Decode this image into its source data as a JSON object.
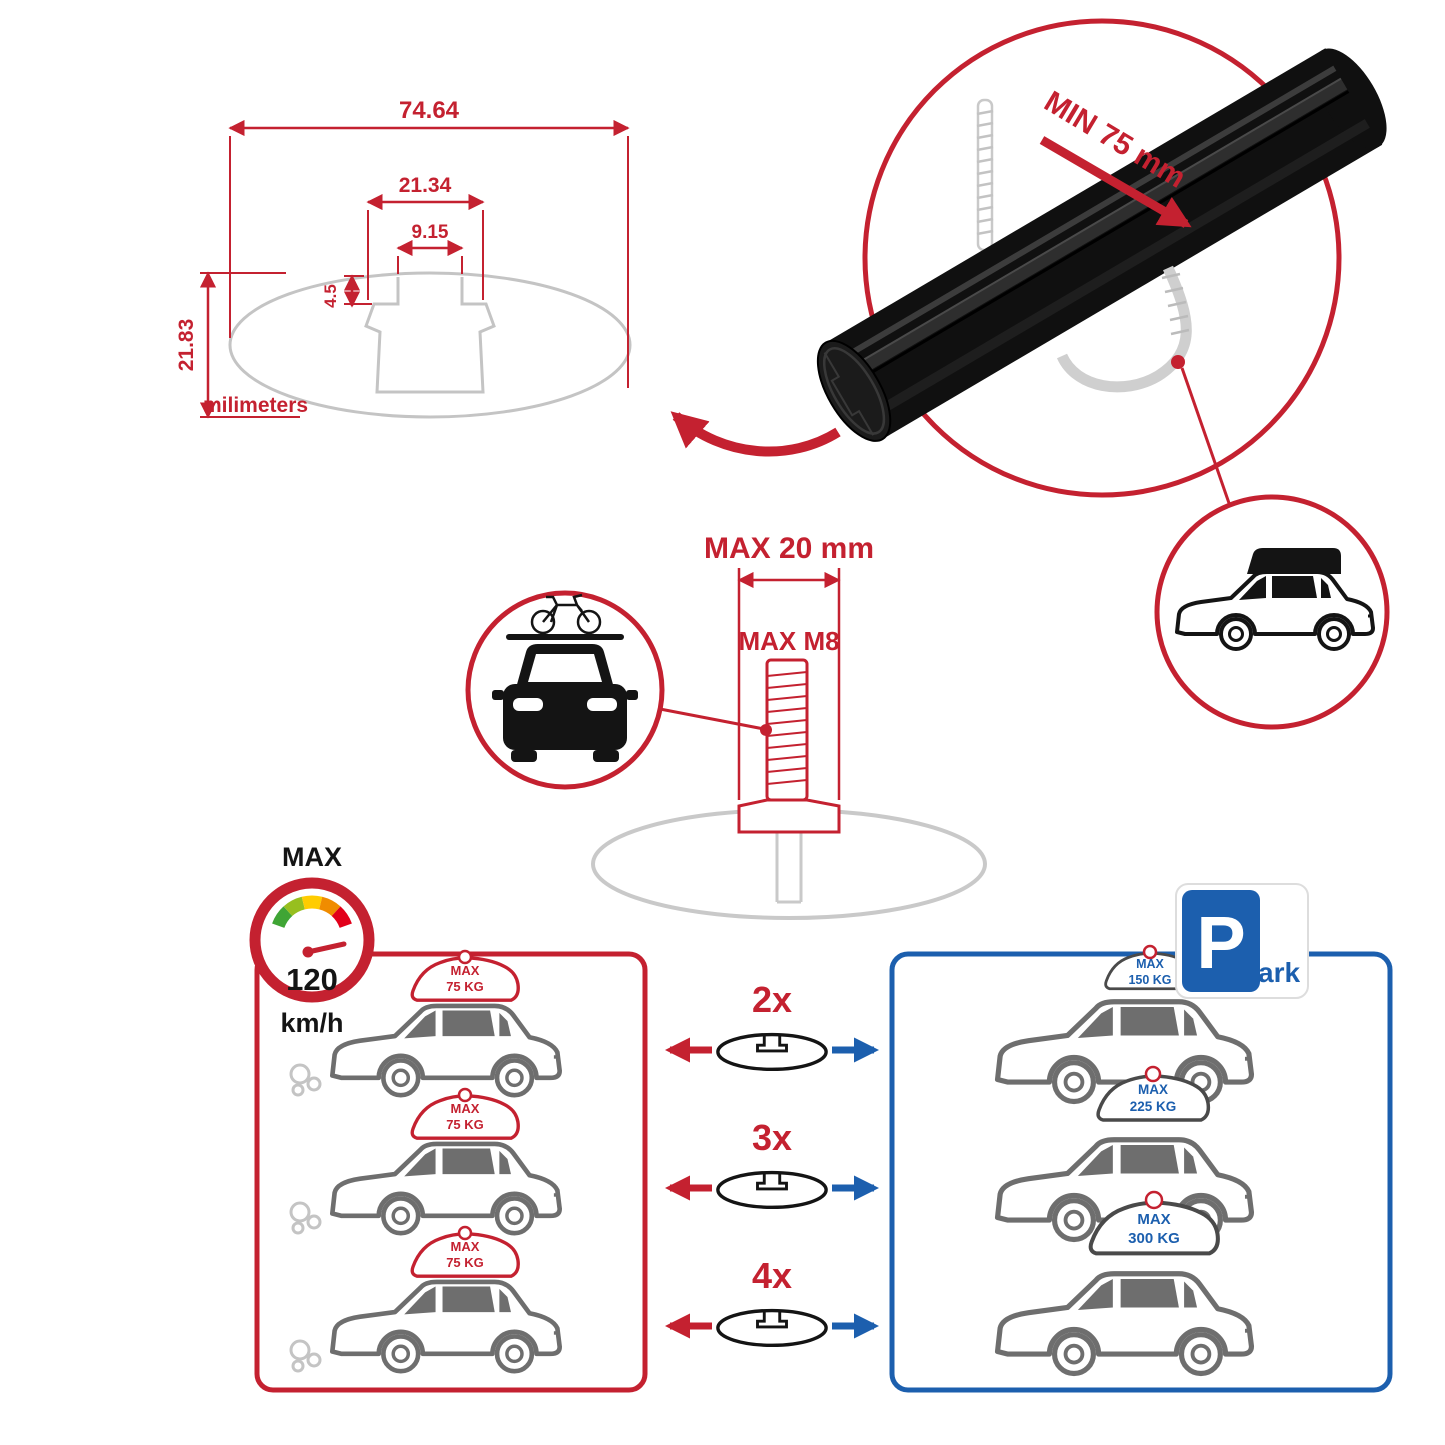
{
  "colors": {
    "accent_red": "#c42130",
    "accent_blue": "#1c5fae",
    "sketch_gray": "#c9c9c9",
    "bar_black": "#111111"
  },
  "tech_drawing": {
    "dim_total_width": "74.64",
    "dim_slot_outer": "21.34",
    "dim_slot_inner": "9.15",
    "dim_slot_depth": "4.5",
    "dim_total_height": "21.83",
    "unit_label": "milimeters"
  },
  "clamp_detail": {
    "min_label": "MIN 75 mm"
  },
  "bolt_detail": {
    "max_width_label": "MAX 20 mm",
    "max_thread_label": "MAX M8"
  },
  "speedometer": {
    "max_label": "MAX",
    "value": "120",
    "unit": "km/h"
  },
  "left_box": {
    "cars": [
      {
        "line1": "MAX",
        "line2": "75 KG"
      },
      {
        "line1": "MAX",
        "line2": "75 KG"
      },
      {
        "line1": "MAX",
        "line2": "75 KG"
      }
    ]
  },
  "middle_column": {
    "rows": [
      {
        "label": "2x"
      },
      {
        "label": "3x"
      },
      {
        "label": "4x"
      }
    ]
  },
  "right_box": {
    "cars": [
      {
        "line1": "MAX",
        "line2": "150 KG"
      },
      {
        "line1": "MAX",
        "line2": "225 KG"
      },
      {
        "line1": "MAX",
        "line2": "300 KG"
      }
    ]
  },
  "park_sign": {
    "p_label": "P",
    "ark_label": "ark"
  }
}
